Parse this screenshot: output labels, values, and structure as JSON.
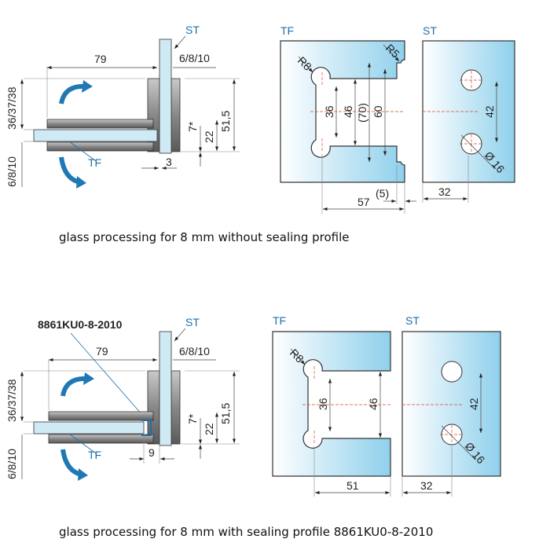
{
  "sections": [
    {
      "side_view": {
        "st_label": "ST",
        "tf_label": "TF",
        "dim_width": "79",
        "dim_glass_top": "6/8/10",
        "dim_left_upper": "36/37/38",
        "dim_left_lower": "6/8/10",
        "dim_height": "51,5",
        "dim_22": "22",
        "dim_7": "7*",
        "dim_gap": "3"
      },
      "tf_plate": {
        "title": "TF",
        "r8": "R8",
        "r5": "R5",
        "d36": "36",
        "d46": "46",
        "d70": "(70)",
        "d60": "60",
        "d57": "57",
        "d5": "(5)"
      },
      "st_plate": {
        "title": "ST",
        "d42": "42",
        "dia": "Ø 16",
        "d32": "32"
      },
      "caption": "glass processing for 8 mm without sealing profile"
    },
    {
      "side_view": {
        "part_label": "8861KU0-8-2010",
        "st_label": "ST",
        "tf_label": "TF",
        "dim_width": "79",
        "dim_glass_top": "6/8/10",
        "dim_left_upper": "36/37/38",
        "dim_left_lower": "6/8/10",
        "dim_height": "51,5",
        "dim_22": "22",
        "dim_7": "7*",
        "dim_gap": "9"
      },
      "tf_plate": {
        "title": "TF",
        "r8": "R8",
        "d36": "36",
        "d46": "46",
        "d51": "51"
      },
      "st_plate": {
        "title": "ST",
        "d42": "42",
        "dia": "Ø 16",
        "d32": "32"
      },
      "caption": "glass processing for 8 mm with sealing profile 8861KU0-8-2010"
    }
  ]
}
